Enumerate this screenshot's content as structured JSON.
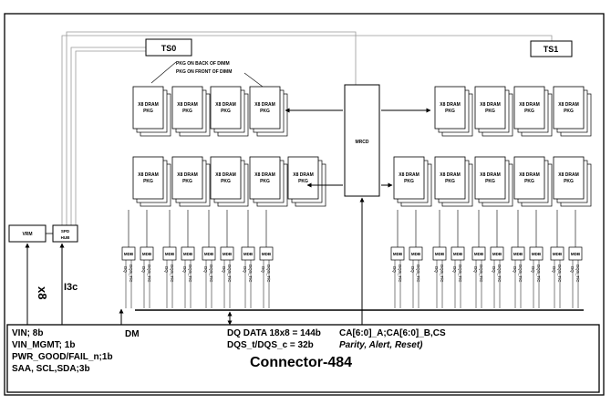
{
  "sensors": {
    "ts0": "TS0",
    "ts1": "TS1"
  },
  "pkg_callouts": {
    "back": "PKG ON BACK OF DIMM",
    "front": "PKG ON FRONT OF DIMM"
  },
  "dram_label_line1": "X8 DRAM",
  "dram_label_line2": "PKG",
  "mrcd_label": "MRCD",
  "mdb_label": "MDB",
  "dq_label": "DQ",
  "dqs_label": "DQS_T/C",
  "vrm_label": "VRM",
  "spd_hub_line1": "SPD",
  "spd_hub_line2": "HUB",
  "bus_x8": "x8",
  "bus_i3c": "I3c",
  "dm_label": "DM",
  "connector": {
    "title": "Connector-484",
    "power_lines": [
      "VIN; 8b",
      "VIN_MGMT; 1b",
      "PWR_GOOD/FAIL_n;1b",
      "SAA, SCL,SDA;3b"
    ],
    "data_lines": [
      "DQ DATA 18x8 = 144b",
      "DQS_t/DQS_c = 32b"
    ],
    "ca_line": "CA[6:0]_A;CA[6:0]_B,CS",
    "ca_sub": "Parity, Alert, Reset)"
  }
}
